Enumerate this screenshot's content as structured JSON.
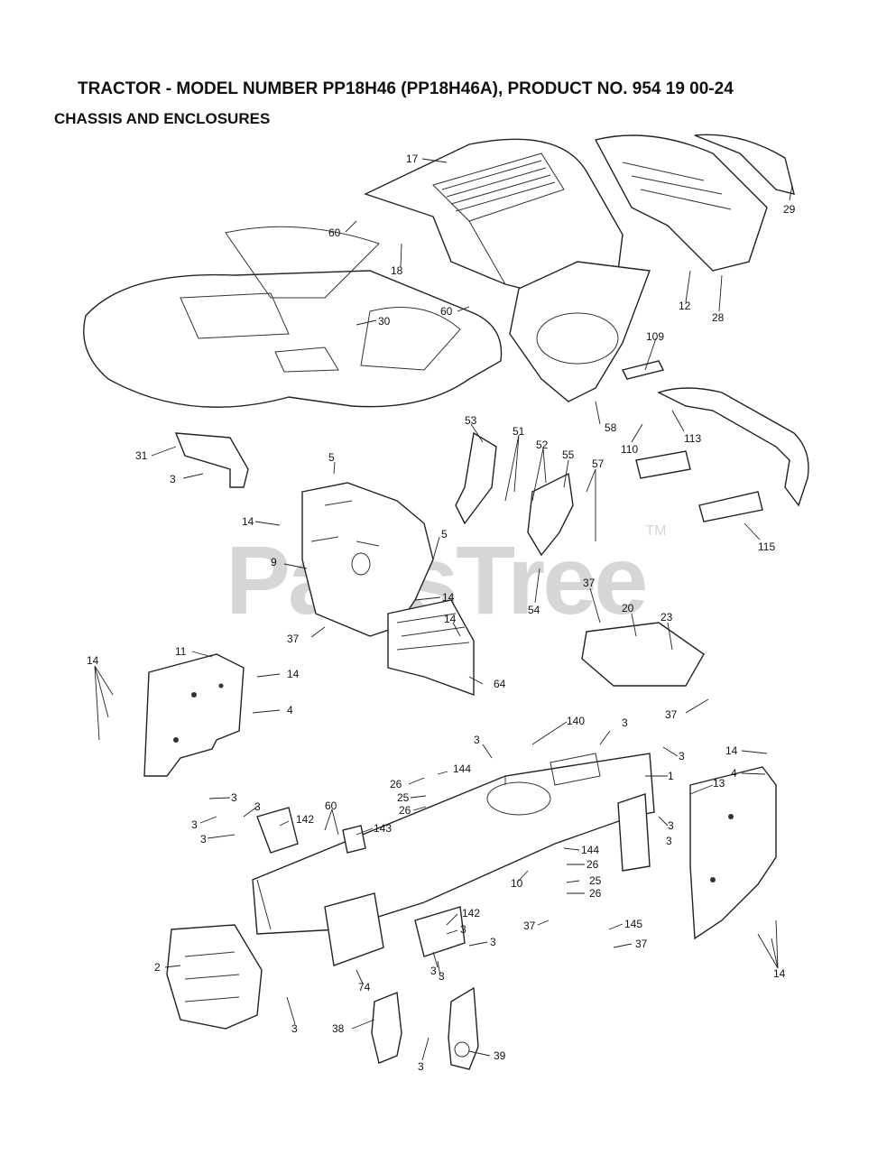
{
  "header": {
    "title": "TRACTOR - MODEL NUMBER PP18H46 (PP18H46A), PRODUCT NO. 954 19 00-24",
    "subtitle": "CHASSIS AND ENCLOSURES"
  },
  "watermark": {
    "text": "PartsTree",
    "tm": "TM"
  },
  "callouts": [
    "17",
    "29",
    "60",
    "18",
    "12",
    "28",
    "30",
    "60",
    "109",
    "113",
    "110",
    "58",
    "31",
    "3",
    "53",
    "51",
    "52",
    "55",
    "57",
    "5",
    "5",
    "14",
    "9",
    "115",
    "14",
    "54",
    "37",
    "20",
    "23",
    "37",
    "14",
    "64",
    "11",
    "14",
    "14",
    "4",
    "37",
    "3",
    "140",
    "3",
    "14",
    "4",
    "3",
    "1",
    "26",
    "144",
    "25",
    "26",
    "13",
    "3",
    "3",
    "60",
    "142",
    "3",
    "143",
    "3",
    "3",
    "3",
    "144",
    "26",
    "10",
    "25",
    "26",
    "37",
    "145",
    "142",
    "3",
    "3",
    "3",
    "3",
    "37",
    "2",
    "74",
    "14",
    "3",
    "38",
    "3",
    "39"
  ]
}
